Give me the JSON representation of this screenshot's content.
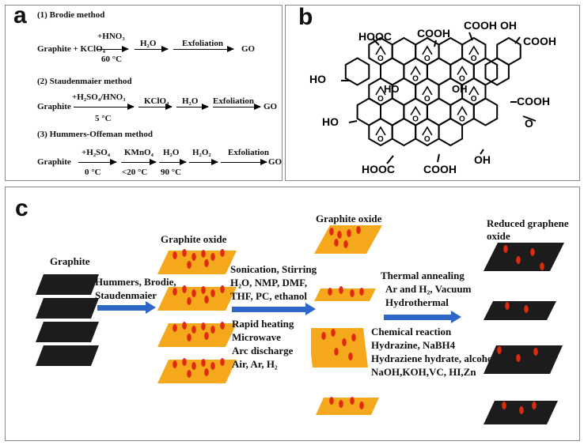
{
  "panel_a": {
    "label": "a",
    "brodie": {
      "title": "(1) Brodie method",
      "start": "Graphite + KClO₄",
      "reagent": "+HNO₃",
      "temp": "60 °C",
      "step2": "H₂O",
      "step3": "Exfoliation",
      "product": "GO"
    },
    "staudenmaier": {
      "title": "(2) Staudenmaier method",
      "start": "Graphite",
      "reagent": "+H₂SO₄/HNO₃",
      "temp": "5 °C",
      "step2": "KClO₄",
      "step3": "H₂O",
      "step4": "Exfoliation",
      "product": "GO"
    },
    "hummers": {
      "title": "(3) Hummers-Offeman method",
      "start": "Graphite",
      "reagent": "+H₂SO₄",
      "temp1": "0 °C",
      "step2": "KMnO₄",
      "temp2": "<20 °C",
      "step3": "H₂O",
      "temp3": "90 °C",
      "step4": "H₂O₂",
      "step5": "Exfoliation",
      "product": "GO"
    }
  },
  "panel_b": {
    "label": "b",
    "groups": {
      "hooc_top_left": "HOOC",
      "cooh_top_mid": "COOH",
      "cooh_top_right": "COOH",
      "oh_top": "OH",
      "cooh_right": "COOH",
      "ho_left": "HO",
      "ho_inner": "HO",
      "oh_inner": "OH",
      "cooh_right_lower": "COOH",
      "ho_left_lower": "HO",
      "ketone_o": "O",
      "hooc_bottom_left": "HOOC",
      "cooh_bottom_mid": "COOH",
      "oh_bottom": "OH"
    }
  },
  "panel_c": {
    "label": "c",
    "graphite_label": "Graphite",
    "methods": [
      "Hummers, Brodie,",
      "Staudenmaier"
    ],
    "graphite_oxide_label_1": "Graphite oxide",
    "exfoliation_conditions": [
      "Sonication, Stirring",
      "H₂O, NMP, DMF,",
      "THF, PC, ethanol"
    ],
    "heating_conditions": [
      "Rapid heating",
      "Microwave",
      "Arc discharge",
      "Air, Ar, H₂"
    ],
    "graphite_oxide_label_2": "Graphite oxide",
    "thermal_conditions": [
      "Thermal annealing",
      "Ar and H₂, Vacuum",
      "Hydrothermal"
    ],
    "chemical_conditions": [
      "Chemical reaction",
      "Hydrazine, NaBH4",
      "Hydraziene hydrate, alcohols,",
      "NaOH,KOH,VC, HI,Zn"
    ],
    "rgo_label": [
      "Reduced graphene",
      "oxide"
    ]
  },
  "colors": {
    "sheet_graphite": "#1c1c1c",
    "sheet_go": "#f5a81c",
    "dot": "#e02a10",
    "arrow_blue": "#2f67c9"
  }
}
